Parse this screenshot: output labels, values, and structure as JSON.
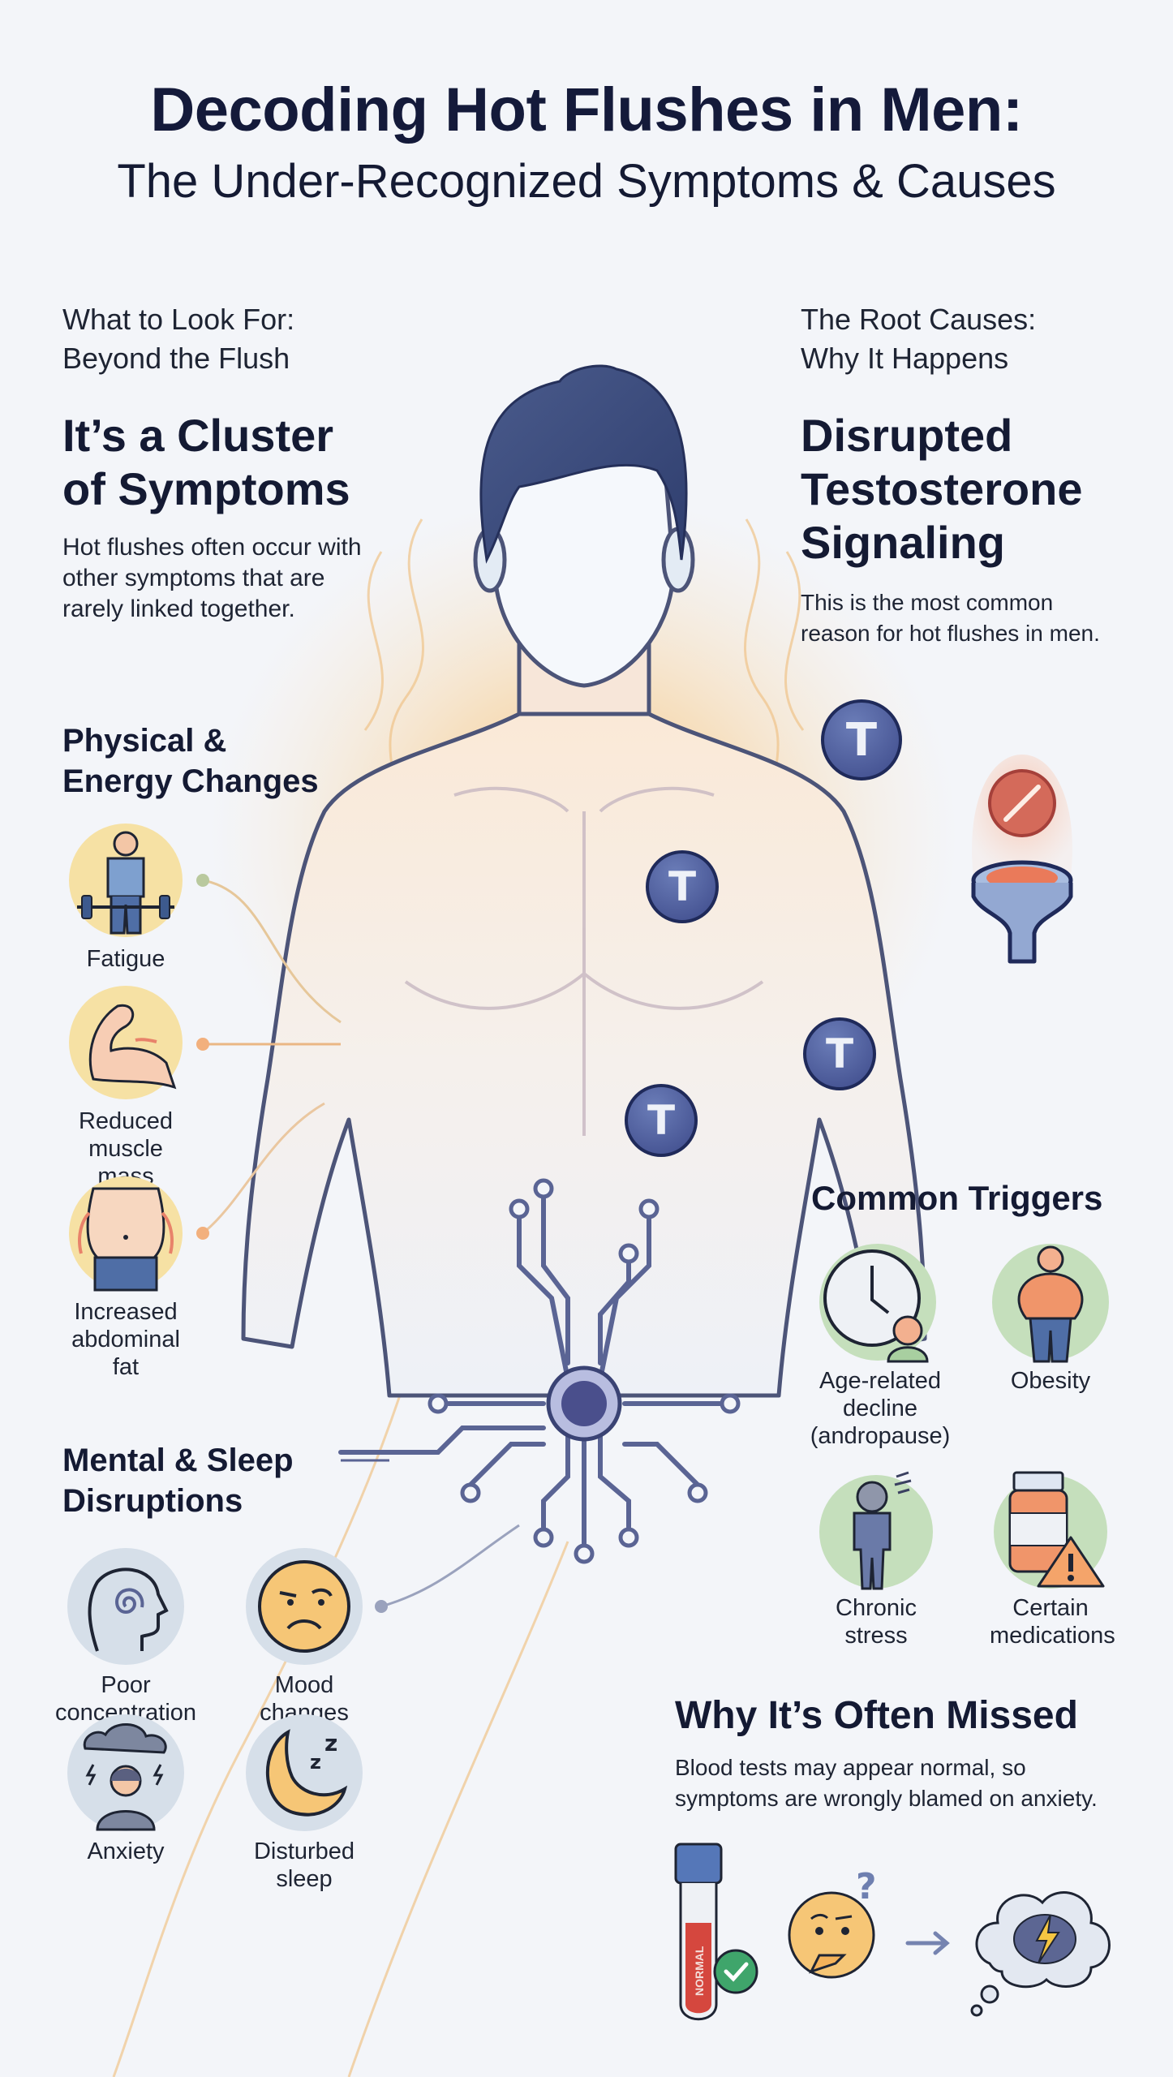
{
  "header": {
    "title": "Decoding Hot Flushes in Men:",
    "subtitle": "The Under-Recognized Symptoms & Causes"
  },
  "left": {
    "kicker_line1": "What to Look For:",
    "kicker_line2": "Beyond the Flush",
    "heading_line1": "It’s a Cluster",
    "heading_line2": "of Symptoms",
    "body_line1": "Hot flushes often occur with",
    "body_line2": "other symptoms that are",
    "body_line3": "rarely linked together.",
    "physical": {
      "heading_line1": "Physical &",
      "heading_line2": "Energy Changes",
      "items": [
        {
          "label_line1": "Fatigue",
          "label_line2": "",
          "icon": "weightlifter-icon"
        },
        {
          "label_line1": "Reduced",
          "label_line2": "muscle mass",
          "icon": "flexed-arm-icon"
        },
        {
          "label_line1": "Increased",
          "label_line2": "abdominal fat",
          "icon": "belly-icon"
        }
      ]
    },
    "mental": {
      "heading_line1": "Mental & Sleep",
      "heading_line2": "Disruptions",
      "items": [
        {
          "label_line1": "Poor",
          "label_line2": "concentration",
          "icon": "head-spiral-icon"
        },
        {
          "label_line1": "Mood",
          "label_line2": "changes",
          "icon": "sad-face-icon"
        },
        {
          "label_line1": "Anxiety",
          "label_line2": "",
          "icon": "storm-cloud-person-icon"
        },
        {
          "label_line1": "Disturbed",
          "label_line2": "sleep",
          "icon": "moon-zzz-icon"
        }
      ]
    }
  },
  "right": {
    "kicker_line1": "The Root Causes:",
    "kicker_line2": "Why It Happens",
    "heading_line1": "Disrupted",
    "heading_line2": "Testosterone",
    "heading_line3": "Signaling",
    "body_line1": "This is the most common",
    "body_line2": "reason for hot flushes in men.",
    "testosterone_badge": "T",
    "triggers": {
      "heading": "Common Triggers",
      "items": [
        {
          "label_line1": "Age-related",
          "label_line2": "decline",
          "label_line3": "(andropause)",
          "icon": "clock-person-icon"
        },
        {
          "label_line1": "Obesity",
          "label_line2": "",
          "label_line3": "",
          "icon": "obese-person-icon"
        },
        {
          "label_line1": "Chronic",
          "label_line2": "stress",
          "label_line3": "",
          "icon": "stressed-person-icon"
        },
        {
          "label_line1": "Certain",
          "label_line2": "medications",
          "label_line3": "",
          "icon": "pill-bottle-warning-icon"
        }
      ]
    },
    "missed": {
      "heading": "Why It’s Often Missed",
      "body_line1": "Blood tests may appear normal, so",
      "body_line2": "symptoms are wrongly blamed on anxiety.",
      "tube_label": "NORMAL",
      "question_mark": "?"
    }
  },
  "colors": {
    "text_dark": "#141a33",
    "navy_badge": "#3d4a8a",
    "warm_glow": "#f6b46a",
    "symptom_circle_warm": "#f7e2a8",
    "symptom_circle_cool": "#d6dfe9",
    "trigger_circle": "#bfdcb5",
    "background": "#f3f5f9"
  }
}
